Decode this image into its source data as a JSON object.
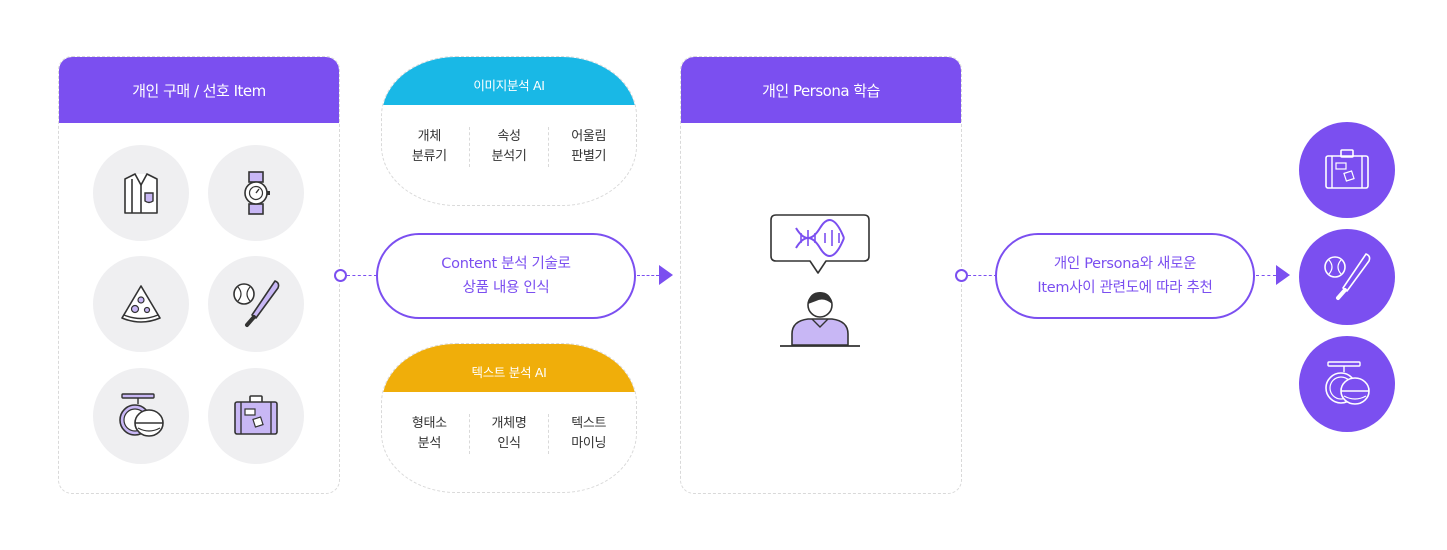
{
  "colors": {
    "purple": "#7b4ff0",
    "cyan": "#19b8e6",
    "yellow": "#f0ae0a",
    "icon_bg": "#efeff1",
    "icon_fill": "#c8b7f5"
  },
  "panel_items": {
    "title": "개인 구매 / 선호 Item",
    "icons": [
      "shirt-icon",
      "watch-icon",
      "pizza-icon",
      "baseball-icon",
      "compact-icon",
      "suitcase-icon"
    ]
  },
  "image_ai": {
    "title": "이미지분석 AI",
    "items": [
      {
        "line1": "개체",
        "line2": "분류기"
      },
      {
        "line1": "속성",
        "line2": "분석기"
      },
      {
        "line1": "어울림",
        "line2": "판별기"
      }
    ]
  },
  "content_pill": {
    "line1": "Content 분석 기술로",
    "line2": "상품 내용 인식"
  },
  "text_ai": {
    "title": "텍스트 분석 AI",
    "items": [
      {
        "line1": "형태소",
        "line2": "분석"
      },
      {
        "line1": "개체명",
        "line2": "인식"
      },
      {
        "line1": "텍스트",
        "line2": "마이닝"
      }
    ]
  },
  "panel_persona": {
    "title": "개인 Persona 학습",
    "icons": [
      "dna-speech-icon",
      "person-icon"
    ]
  },
  "recommend_pill": {
    "line1": "개인 Persona와 새로운",
    "line2": "Item사이 관련도에 따라 추천"
  },
  "results": {
    "icons": [
      "suitcase-icon",
      "baseball-icon",
      "compact-icon"
    ]
  }
}
